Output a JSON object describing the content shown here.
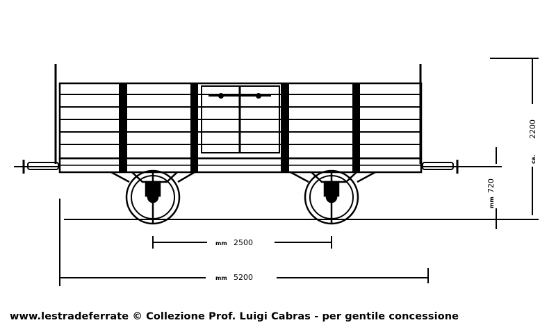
{
  "drawing": {
    "title": "Wagon diagram",
    "dimensions": {
      "wheelbase": {
        "unit": "mm",
        "value": "2500"
      },
      "length": {
        "unit": "mm",
        "value": "5200"
      },
      "buffer_height": {
        "unit": "mm",
        "value": "720"
      },
      "overall_height": {
        "unit": "ca.",
        "value": "2200"
      }
    }
  },
  "caption": {
    "text": "www.lestradeferrate © Collezione Prof. Luigi Cabras - per gentile concessione"
  },
  "colors": {
    "ink": "#000000",
    "paper": "#ffffff"
  }
}
